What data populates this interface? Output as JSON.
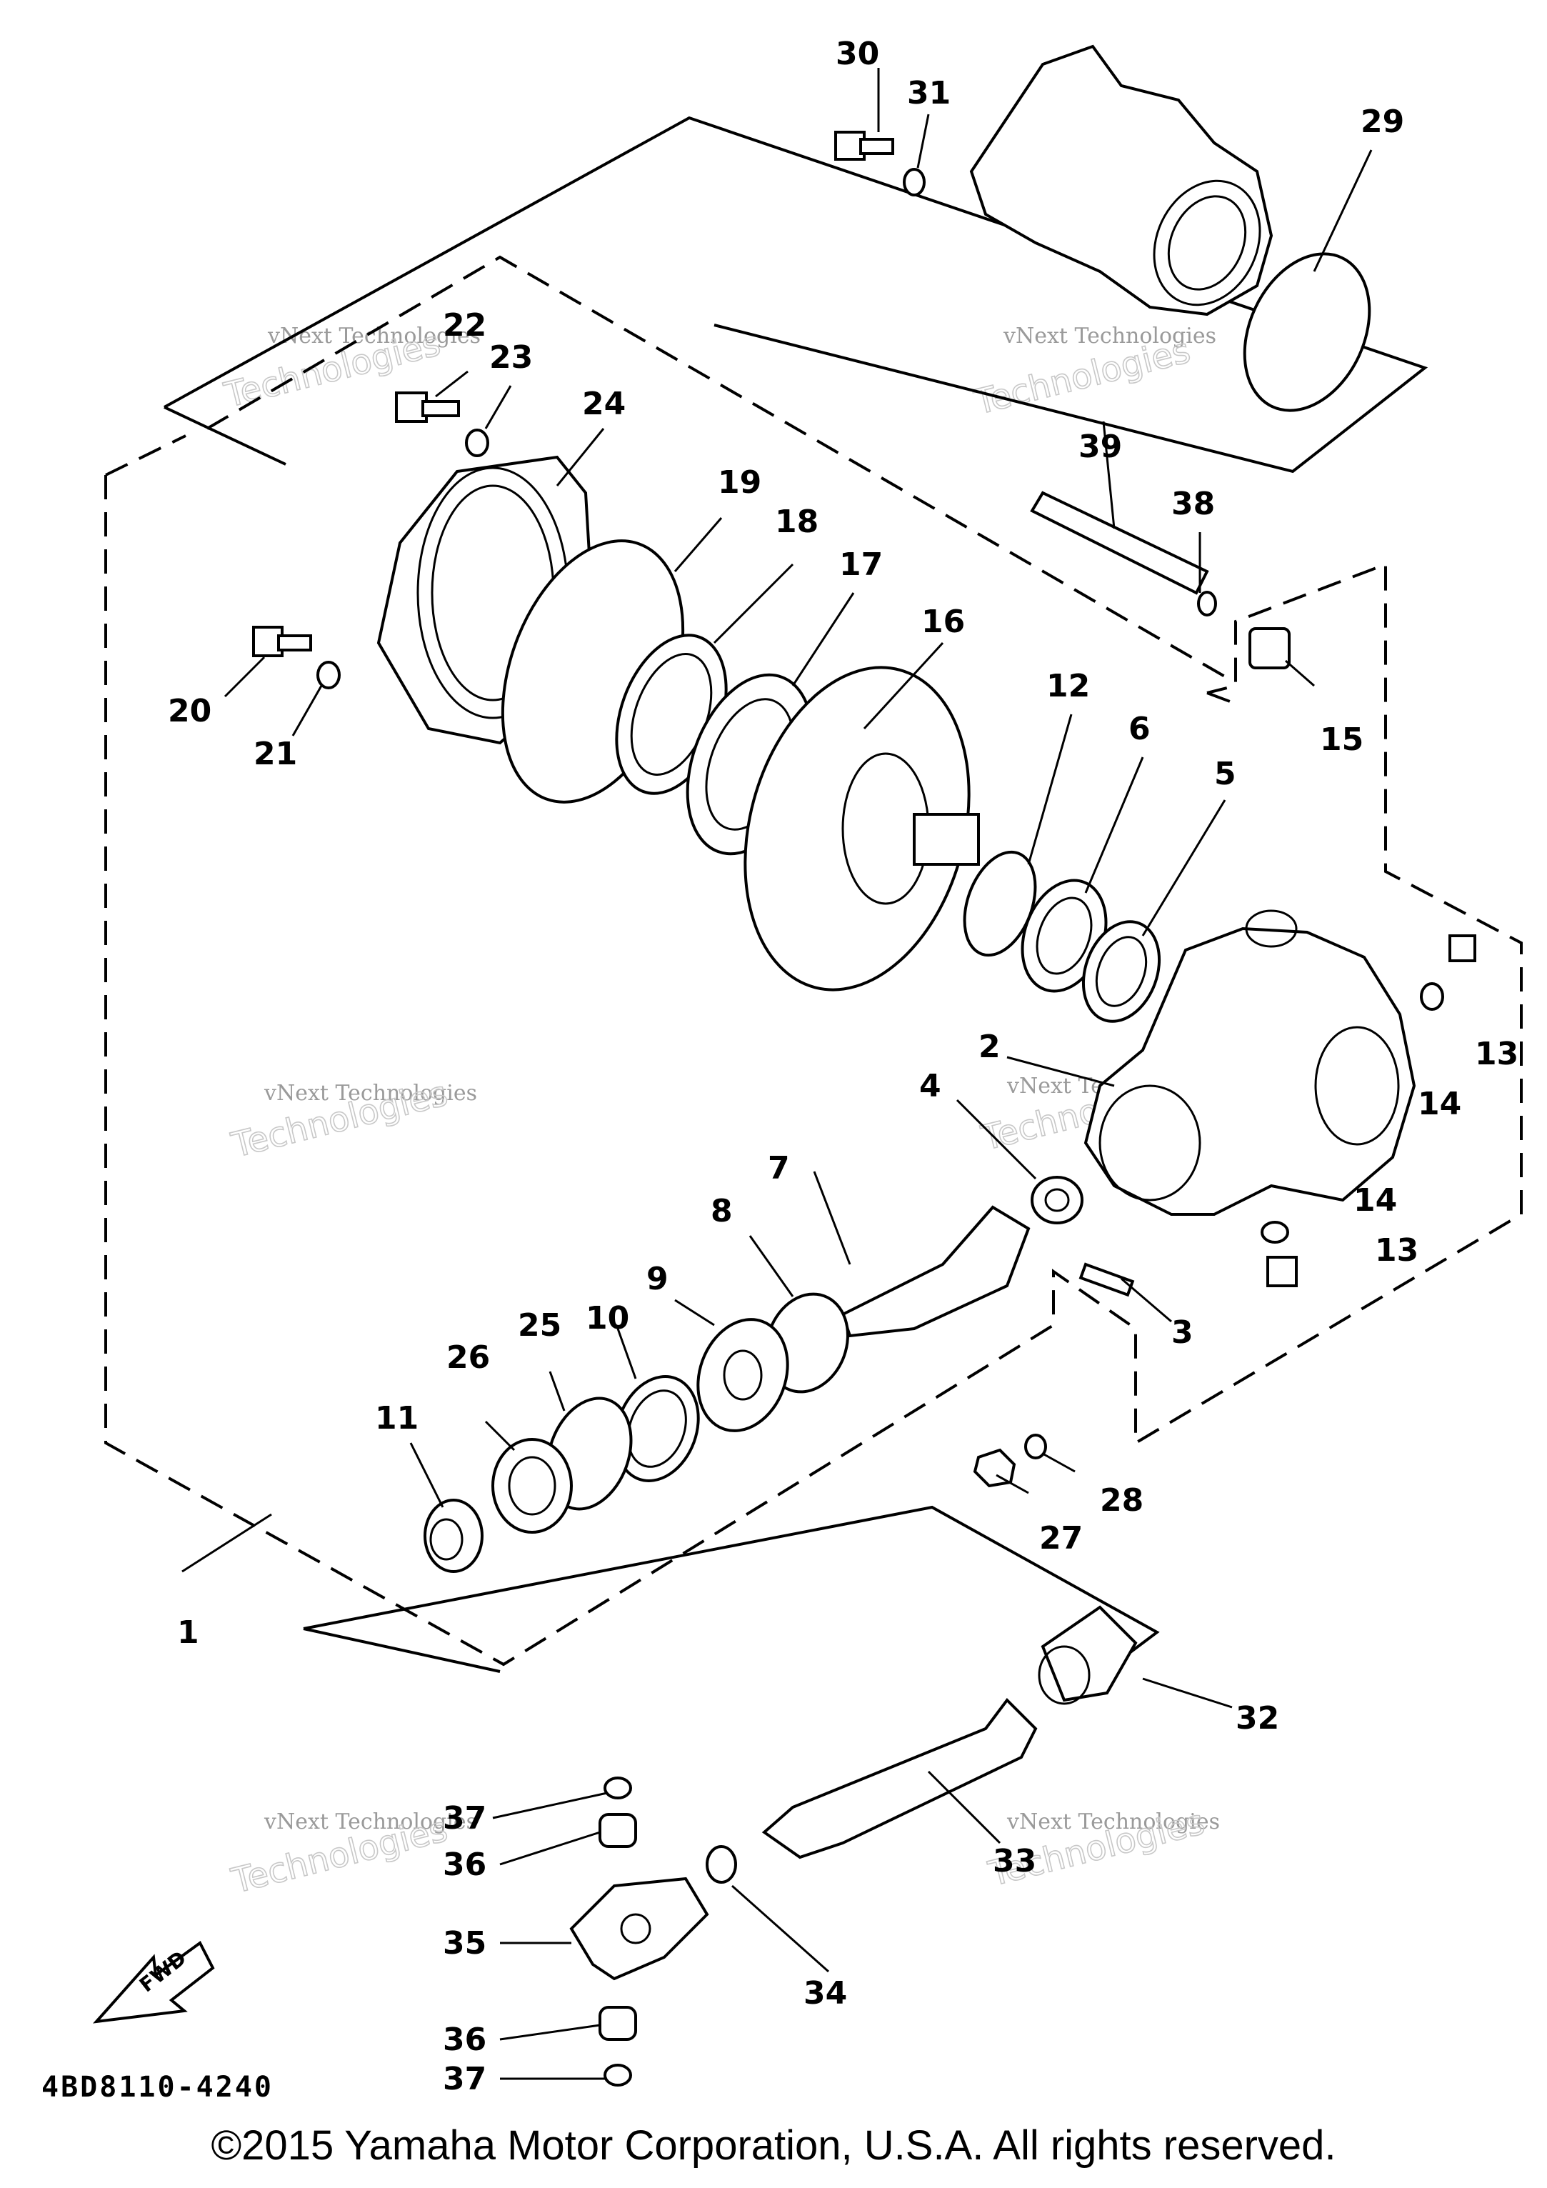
{
  "diagram_code": "4BD8110-4240",
  "fwd_label": "FWD",
  "copyright": "©2015 Yamaha Motor Corporation, U.S.A. All rights reserved.",
  "watermark": {
    "line1": "vNext Technologies",
    "line2": "Technologies"
  },
  "callouts": [
    "1",
    "2",
    "3",
    "4",
    "5",
    "6",
    "7",
    "8",
    "9",
    "10",
    "11",
    "12",
    "13",
    "13",
    "14",
    "14",
    "15",
    "16",
    "17",
    "18",
    "19",
    "20",
    "21",
    "22",
    "23",
    "24",
    "25",
    "26",
    "27",
    "28",
    "29",
    "30",
    "31",
    "32",
    "33",
    "34",
    "35",
    "36",
    "36",
    "37",
    "37",
    "38",
    "39"
  ]
}
